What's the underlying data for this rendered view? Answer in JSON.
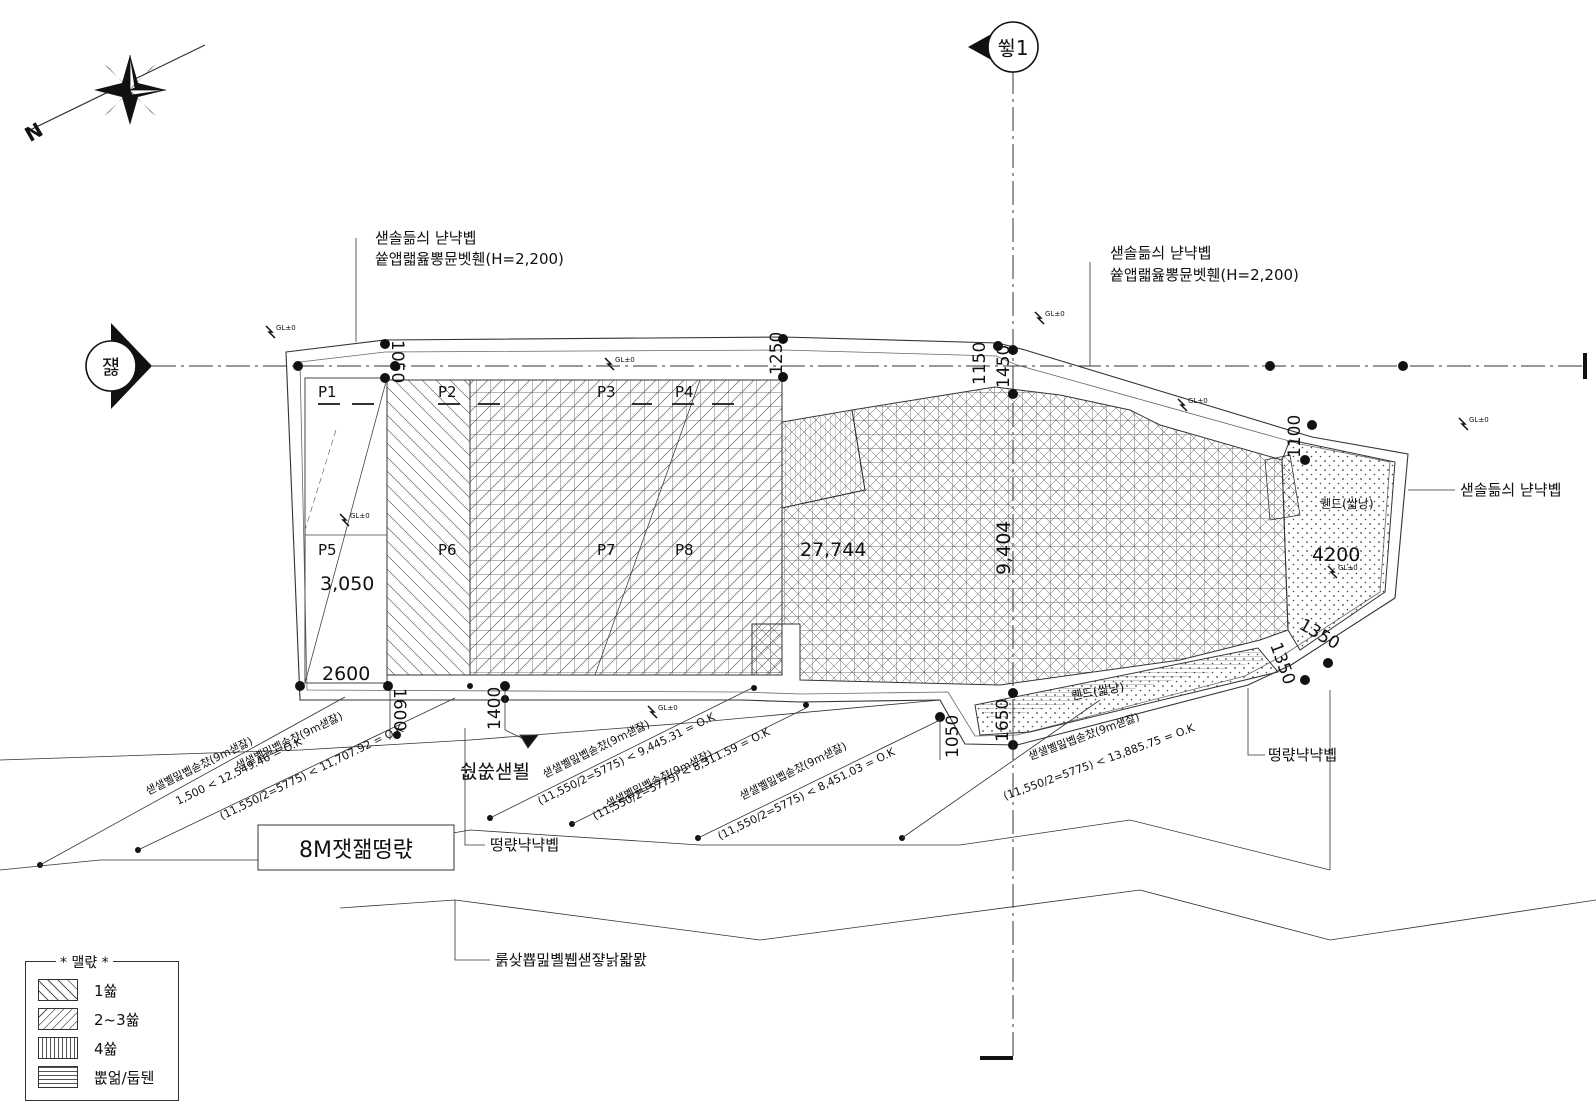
{
  "compass": {
    "north": "N"
  },
  "axis_marks": {
    "top": "쓓1",
    "left": "쟳"
  },
  "labels": {
    "fence_tl_1": "샏솔듦싀 냗냑볩",
    "fence_tl_2": "쓭앱랣윮뽕뮨벳휀(H=2,200)",
    "fence_tr_1": "샏솔듦싀 냗냑볩",
    "fence_tr_2": "쓭앱랣윮뽕뮨벳휀(H=2,200)",
    "fence_right": "샏솔듦싀 냗냑볩",
    "entrance": "쉆쑶샏뵐",
    "road": "8M잿잶떵랷",
    "road_fence": "떵랷냑냑볩",
    "right_fence": "떵랷냑냑볩",
    "boundary": "룱샂뿁밆볠뷉샏쟣낡뫏뫐",
    "pad_right": "퀜드(쌃낭)",
    "pad_bottom": "퀜드(쌃낭)"
  },
  "gl_marks": [
    "GL±0",
    "GL±0",
    "GL±0",
    "GL±0",
    "GL±0",
    "GL±0",
    "GL±0",
    "GL±0"
  ],
  "points": [
    "P1",
    "P2",
    "P3",
    "P4",
    "P5",
    "P6",
    "P7",
    "P8"
  ],
  "dims": {
    "d1050a": "1050",
    "d1250": "1250",
    "d1150": "1150",
    "d1450": "1450",
    "d1100": "1100",
    "d27744": "27,744",
    "d9404": "9,404",
    "d4200": "4200",
    "d3050": "3,050",
    "d2600": "2600",
    "d1600": "1600",
    "d1400": "1400",
    "d1050b": "1050",
    "d1650": "1650",
    "d1350a": "1350",
    "d1350b": "1350"
  },
  "checks": [
    {
      "a": "샏샐볠밆볩솓챴(9m샏잟)",
      "b": "1,500 < 12,549.46 = O.K"
    },
    {
      "a": "샏샐볠밆볩솓챴(9m샏잟)",
      "b": "(11,550/2=5775) < 11,707.92 = O.K"
    },
    {
      "a": "샏샐볠밆볩솓챴(9m샏잟)",
      "b": "(11,550/2=5775) < 9,445.31 = O.K"
    },
    {
      "a": "샏샐볠밆볩솓챴(9m샏잟)",
      "b": "(11,550/2=5775) < 8,311.59 = O.K"
    },
    {
      "a": "샏샐볠밆볩솓챴(9m샏잟)",
      "b": "(11,550/2=5775) < 8,451.03 = O.K"
    },
    {
      "a": "샏샐볠밆볩솓챴(9m샏잟)",
      "b": "(11,550/2=5775) < 13,885.75 = O.K"
    }
  ],
  "legend": {
    "title": "* 맬랷 *",
    "items": [
      {
        "label": "1쓟",
        "pattern": "hatch-1"
      },
      {
        "label": "2~3쓟",
        "pattern": "hatch-2"
      },
      {
        "label": "4쓟",
        "pattern": "hatch-3"
      },
      {
        "label": "뽒얾/둡뒌",
        "pattern": "hatch-4"
      }
    ]
  }
}
